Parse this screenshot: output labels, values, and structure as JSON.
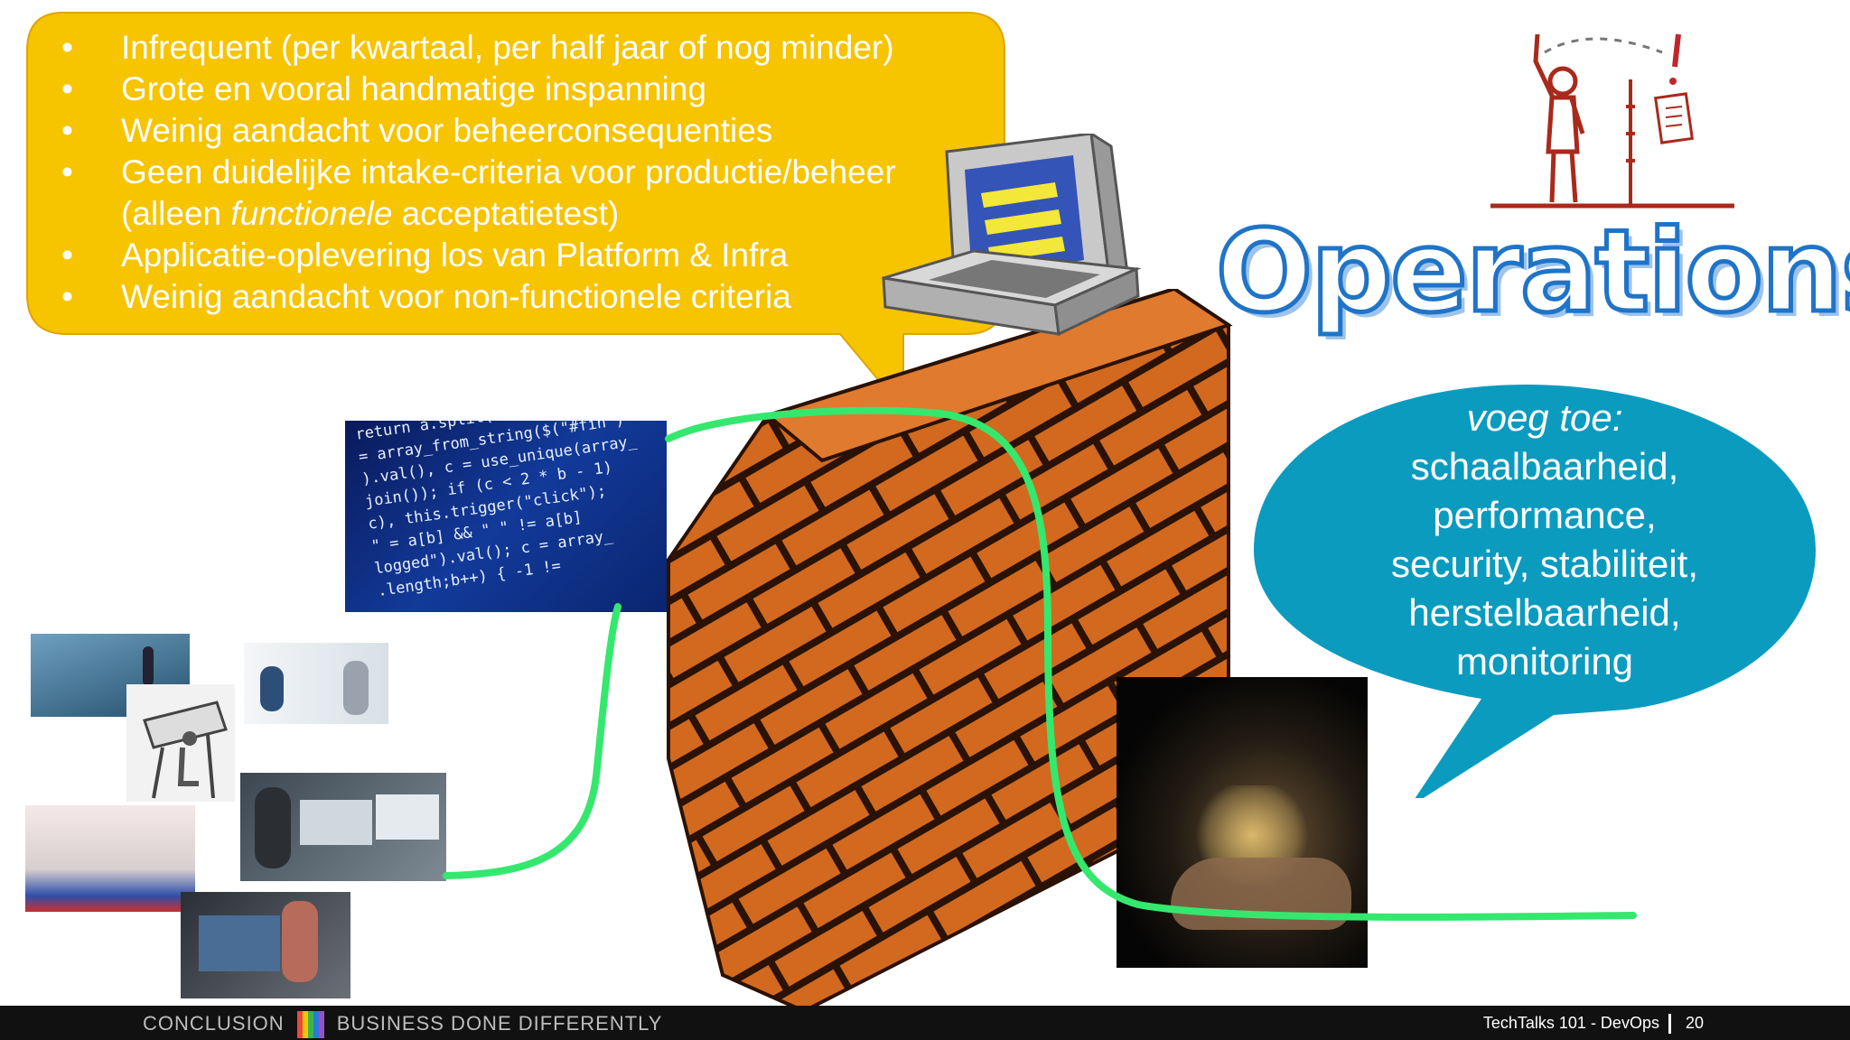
{
  "callout": {
    "bullets": [
      "Infrequent (per kwartaal, per half jaar of nog minder)",
      "Grote en vooral handmatige inspanning",
      "Weinig aandacht voor beheerconsequenties",
      "Geen duidelijke intake-criteria voor productie/beheer"
    ],
    "continuation_pre": "(alleen ",
    "continuation_em": "functionele",
    "continuation_post": " acceptatietest)",
    "bullets_after": [
      "Applicatie-oplevering los van Platform & Infra",
      "Weinig aandacht voor non-functionele criteria"
    ],
    "fill_color": "#f7c400"
  },
  "title": {
    "text": "Operations",
    "stroke_color": "#1f74c8"
  },
  "bubble": {
    "lead": "voeg toe:",
    "lines": [
      "schaalbaarheid,",
      "performance,",
      "security, stabiliteit,",
      "herstelbaarheid,",
      "monitoring"
    ],
    "fill_color": "#0b9bbf"
  },
  "code_image": {
    "lines": [
      "return a.split(\" \"); } $(\"#unique\")",
      "= array_from_string($(\"#fin\")",
      ").val(), c = use_unique(array_",
      "join()); if (c < 2 * b - 1)",
      "c), this.trigger(\"click\");",
      "\" = a[b] && \" \" != a[b]",
      "logged\").val(); c = array_",
      ".length;b++) { -1 !="
    ]
  },
  "connector_color": "#34e86e",
  "brick_color": "#d2691e",
  "footer": {
    "left_1": "CONCLUSION",
    "left_2": "BUSINESS DONE DIFFERENTLY",
    "right": "TechTalks 101 - DevOps",
    "page": "20"
  }
}
